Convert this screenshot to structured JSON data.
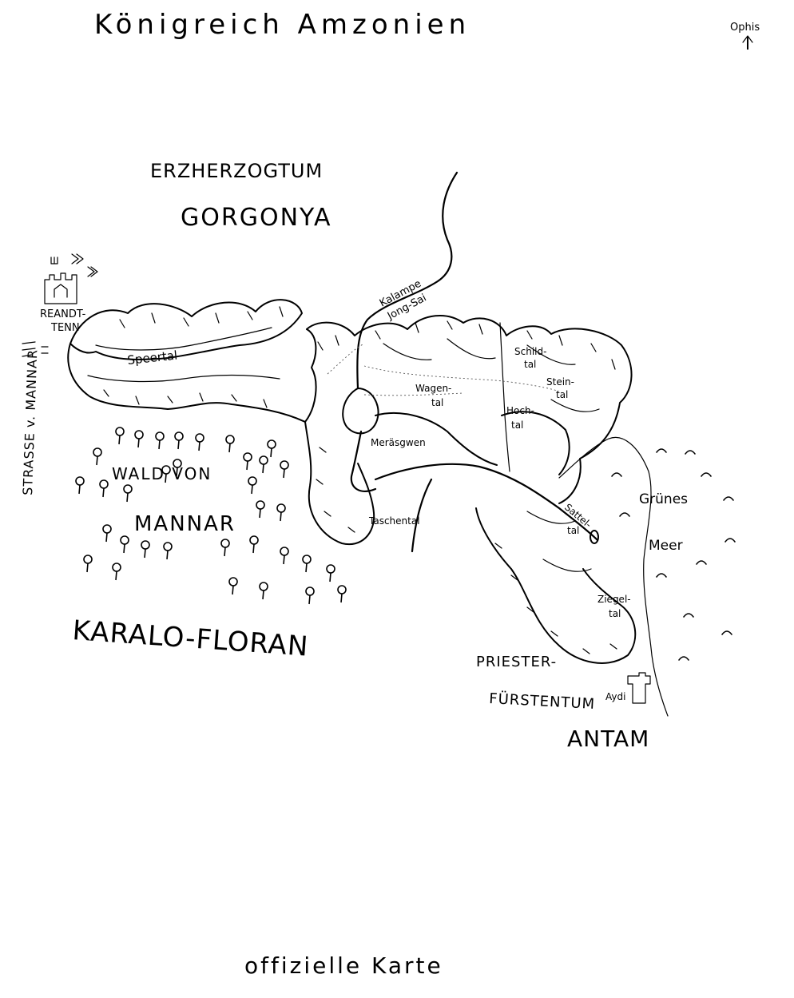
{
  "map": {
    "title": "Königreich Amzonien",
    "footer": "offizielle Karte",
    "compass": {
      "label": "Ophis",
      "icon": "north-arrow-icon"
    },
    "regions": {
      "north_line1": "ERZHERZOGTUM",
      "north_line2": "GORGONYA",
      "forest_line1": "WALD VON",
      "forest_line2": "MANNAR",
      "southwest": "KARALO-FLORAN",
      "southeast_line1": "PRIESTER-",
      "southeast_line2": "FÜRSTENTUM",
      "southeast_line3": "ANTAM"
    },
    "sea": {
      "line1": "Grünes",
      "line2": "Meer"
    },
    "road": "STRASSE v. MANNAR",
    "city": {
      "line1": "REANDT-",
      "line2": "TENN"
    },
    "city_antam": "Aydi",
    "valleys": {
      "speertal": "Speertal",
      "wagental_1": "Wagen-",
      "wagental_2": "tal",
      "schildtal_1": "Schild-",
      "schildtal_2": "tal",
      "steintal_1": "Stein-",
      "steintal_2": "tal",
      "hochtal_1": "Hoch-",
      "hochtal_2": "tal",
      "taschental": "Taschental",
      "sattel_1": "Sattel-",
      "sattel_2": "tal",
      "ziegeltal_1": "Ziegel-",
      "ziegeltal_2": "tal"
    },
    "rivers": {
      "river_name_1": "Kalampe",
      "river_name_2": "Jong-Sai"
    },
    "places": {
      "valley_town": "Meräsgwen"
    }
  }
}
